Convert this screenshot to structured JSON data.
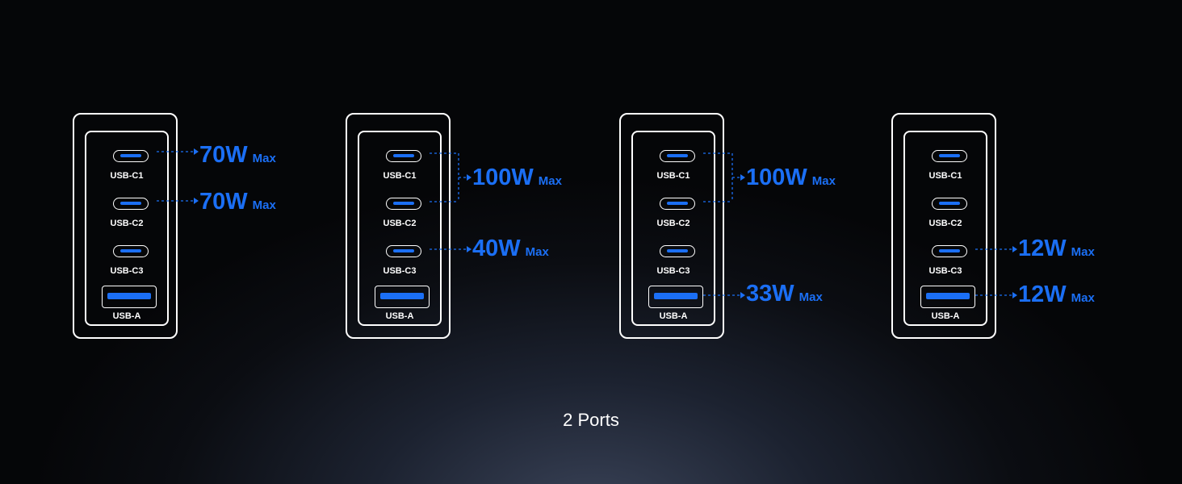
{
  "port_labels": {
    "c1": "USB-C1",
    "c2": "USB-C2",
    "c3": "USB-C3",
    "a": "USB-A"
  },
  "configs": [
    {
      "outputs": [
        {
          "value": "70W",
          "unit": "Max"
        },
        {
          "value": "70W",
          "unit": "Max"
        }
      ]
    },
    {
      "outputs": [
        {
          "value": "100W",
          "unit": "Max"
        },
        {
          "value": "40W",
          "unit": "Max"
        }
      ]
    },
    {
      "outputs": [
        {
          "value": "100W",
          "unit": "Max"
        },
        {
          "value": "33W",
          "unit": "Max"
        }
      ]
    },
    {
      "outputs": [
        {
          "value": "12W",
          "unit": "Max"
        },
        {
          "value": "12W",
          "unit": "Max"
        }
      ]
    }
  ],
  "caption": "2 Ports",
  "colors": {
    "accent": "#1b6ff5",
    "line": "#ffffff"
  }
}
